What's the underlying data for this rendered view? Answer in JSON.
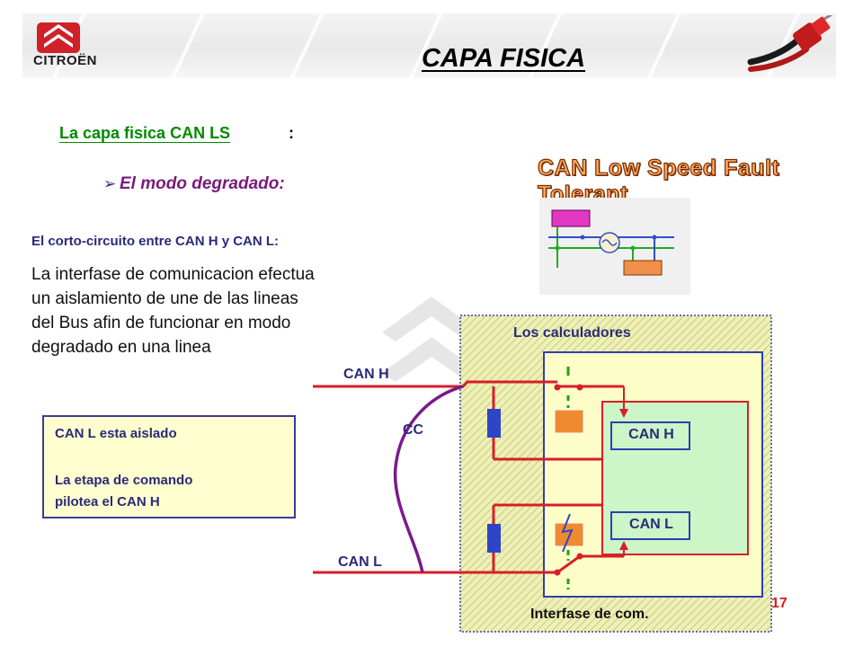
{
  "header": {
    "brand": "CITROËN",
    "title": "CAPA FISICA"
  },
  "content": {
    "section_heading": "La capa fisica CAN LS",
    "section_colon": ":",
    "mode_bullet": "➢",
    "mode_heading": "El modo degradado:",
    "cc_heading": "El corto-circuito entre CAN H y CAN L:",
    "description_lines": [
      "La interfase de comunicacion efectua",
      "un aislamiento de une de las lineas",
      "del Bus afin de funcionar en modo",
      "degradado en una linea"
    ]
  },
  "note_box": {
    "line1": "CAN L esta aislado",
    "line2": "La etapa de comando",
    "line3": "pilotea el CAN H"
  },
  "diagram": {
    "fault_tolerant_title": "CAN Low Speed Fault Tolerant",
    "calculators_label": "Los calculadores",
    "bus_h_label": "CAN H",
    "bus_l_label": "CAN L",
    "short_label": "CC",
    "inner_h_label": "CAN H",
    "inner_l_label": "CAN L",
    "interface_label": "Interfase de com."
  },
  "colors": {
    "bus_red": "#d81e2a",
    "short_purple": "#7b1a8a",
    "hatch_yellow": "#e8eaa0",
    "inner_green": "#ccf5c8",
    "block_blue": "#2f45c8",
    "switch_orange": "#f08a30",
    "dash_green": "#22a022"
  },
  "footer": {
    "page_number": "17"
  }
}
